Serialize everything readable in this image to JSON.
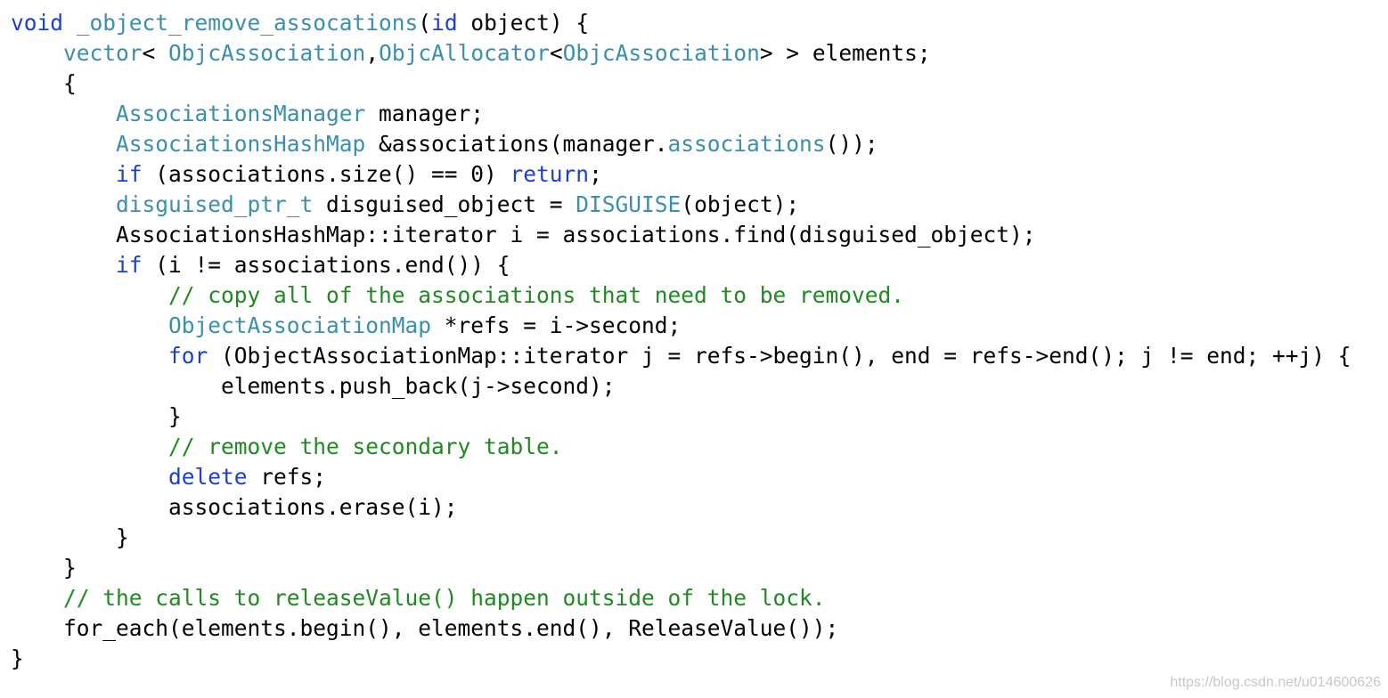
{
  "colors": {
    "keyword": "#1b3fd6",
    "type": "#3b8fae",
    "comment": "#1f8a1f",
    "plain": "#000000",
    "background": "#ffffff",
    "watermark": "#c8c8c8"
  },
  "code_lines": [
    [
      [
        "kw",
        "void"
      ],
      [
        "plain",
        " "
      ],
      [
        "func",
        "_object_remove_assocations"
      ],
      [
        "plain",
        "("
      ],
      [
        "kw",
        "id"
      ],
      [
        "plain",
        " object) {"
      ]
    ],
    [
      [
        "plain",
        "    "
      ],
      [
        "type",
        "vector"
      ],
      [
        "plain",
        "< "
      ],
      [
        "type",
        "ObjcAssociation"
      ],
      [
        "plain",
        ","
      ],
      [
        "type",
        "ObjcAllocator"
      ],
      [
        "plain",
        "<"
      ],
      [
        "type",
        "ObjcAssociation"
      ],
      [
        "plain",
        "> > elements;"
      ]
    ],
    [
      [
        "plain",
        "    {"
      ]
    ],
    [
      [
        "plain",
        "        "
      ],
      [
        "type",
        "AssociationsManager"
      ],
      [
        "plain",
        " manager;"
      ]
    ],
    [
      [
        "plain",
        "        "
      ],
      [
        "type",
        "AssociationsHashMap"
      ],
      [
        "plain",
        " &associations(manager."
      ],
      [
        "func",
        "associations"
      ],
      [
        "plain",
        "());"
      ]
    ],
    [
      [
        "plain",
        "        "
      ],
      [
        "kw",
        "if"
      ],
      [
        "plain",
        " (associations.size() == 0) "
      ],
      [
        "kw",
        "return"
      ],
      [
        "plain",
        ";"
      ]
    ],
    [
      [
        "plain",
        "        "
      ],
      [
        "type",
        "disguised_ptr_t"
      ],
      [
        "plain",
        " disguised_object = "
      ],
      [
        "func",
        "DISGUISE"
      ],
      [
        "plain",
        "(object);"
      ]
    ],
    [
      [
        "plain",
        "        AssociationsHashMap::iterator i = associations.find(disguised_object);"
      ]
    ],
    [
      [
        "plain",
        "        "
      ],
      [
        "kw",
        "if"
      ],
      [
        "plain",
        " (i != associations.end()) {"
      ]
    ],
    [
      [
        "plain",
        "            "
      ],
      [
        "comment",
        "// copy all of the associations that need to be removed."
      ]
    ],
    [
      [
        "plain",
        "            "
      ],
      [
        "type",
        "ObjectAssociationMap"
      ],
      [
        "plain",
        " *refs = i->second;"
      ]
    ],
    [
      [
        "plain",
        "            "
      ],
      [
        "kw",
        "for"
      ],
      [
        "plain",
        " (ObjectAssociationMap::iterator j = refs->begin(), end = refs->end(); j != end; ++j) {"
      ]
    ],
    [
      [
        "plain",
        "                elements.push_back(j->second);"
      ]
    ],
    [
      [
        "plain",
        "            }"
      ]
    ],
    [
      [
        "plain",
        "            "
      ],
      [
        "comment",
        "// remove the secondary table."
      ]
    ],
    [
      [
        "plain",
        "            "
      ],
      [
        "kw",
        "delete"
      ],
      [
        "plain",
        " refs;"
      ]
    ],
    [
      [
        "plain",
        "            associations.erase(i);"
      ]
    ],
    [
      [
        "plain",
        "        }"
      ]
    ],
    [
      [
        "plain",
        "    }"
      ]
    ],
    [
      [
        "plain",
        "    "
      ],
      [
        "comment",
        "// the calls to releaseValue() happen outside of the lock."
      ]
    ],
    [
      [
        "plain",
        "    for_each(elements.begin(), elements.end(), ReleaseValue());"
      ]
    ],
    [
      [
        "plain",
        "}"
      ]
    ]
  ],
  "watermark": "https://blog.csdn.net/u014600626"
}
